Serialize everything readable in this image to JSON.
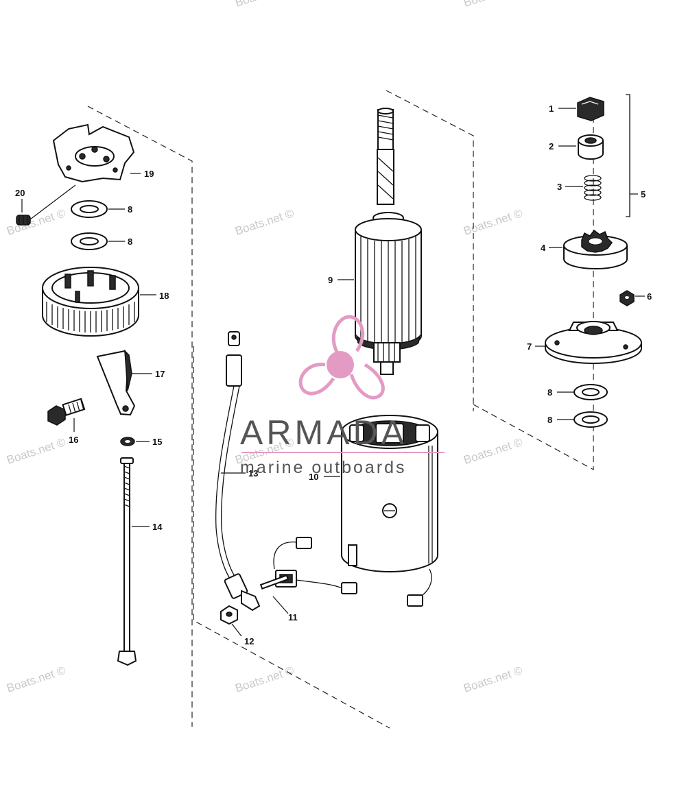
{
  "watermarks": [
    "Boats.net ©",
    "Boats.net ©",
    "Boats.net ©",
    "Boats.net ©",
    "Boats.net ©",
    "Boats.net ©",
    "Boats.net ©",
    "Boats.net ©",
    "Boats.net ©",
    "Boats.net ©",
    "Boats.net ©"
  ],
  "logo": {
    "name": "ARMADA",
    "tagline": "marine outboards",
    "color": "#e39bc4"
  },
  "callouts": {
    "c1": "1",
    "c2": "2",
    "c3": "3",
    "c4": "4",
    "c5": "5",
    "c6": "6",
    "c7": "7",
    "c8a": "8",
    "c8b": "8",
    "c8c": "8",
    "c8d": "8",
    "c9": "9",
    "c10": "10",
    "c11": "11",
    "c12": "12",
    "c13": "13",
    "c14": "14",
    "c15": "15",
    "c16": "16",
    "c17": "17",
    "c18": "18",
    "c19": "19",
    "c20": "20"
  }
}
